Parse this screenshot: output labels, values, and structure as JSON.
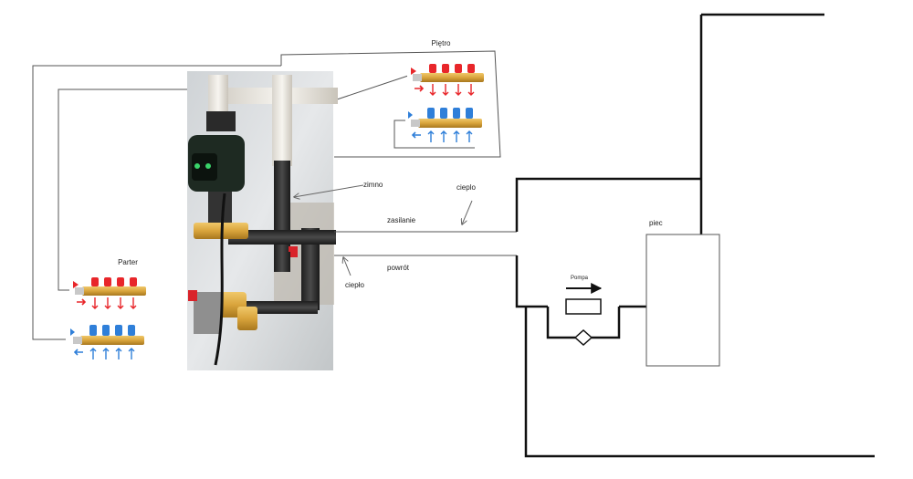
{
  "labels": {
    "pietro": "Piętro",
    "parter": "Parter",
    "zimno": "zimno",
    "cieplo_top": "cieplo",
    "zasilanie": "zasilanie",
    "powrot": "powrót",
    "cieplo_bottom": "ciepło",
    "piec": "piec",
    "pompa": "Pompa"
  },
  "colors": {
    "supply": "#e8262a",
    "return": "#2f7fd9",
    "brass": "#d9a43c",
    "line": "#111111",
    "thin_line": "#555555"
  },
  "icons": {
    "supply_arrow": "arrow-right-red",
    "return_arrow": "arrow-left-blue",
    "down_arrows": "arrow-down-red",
    "up_arrows": "arrow-up-blue"
  }
}
